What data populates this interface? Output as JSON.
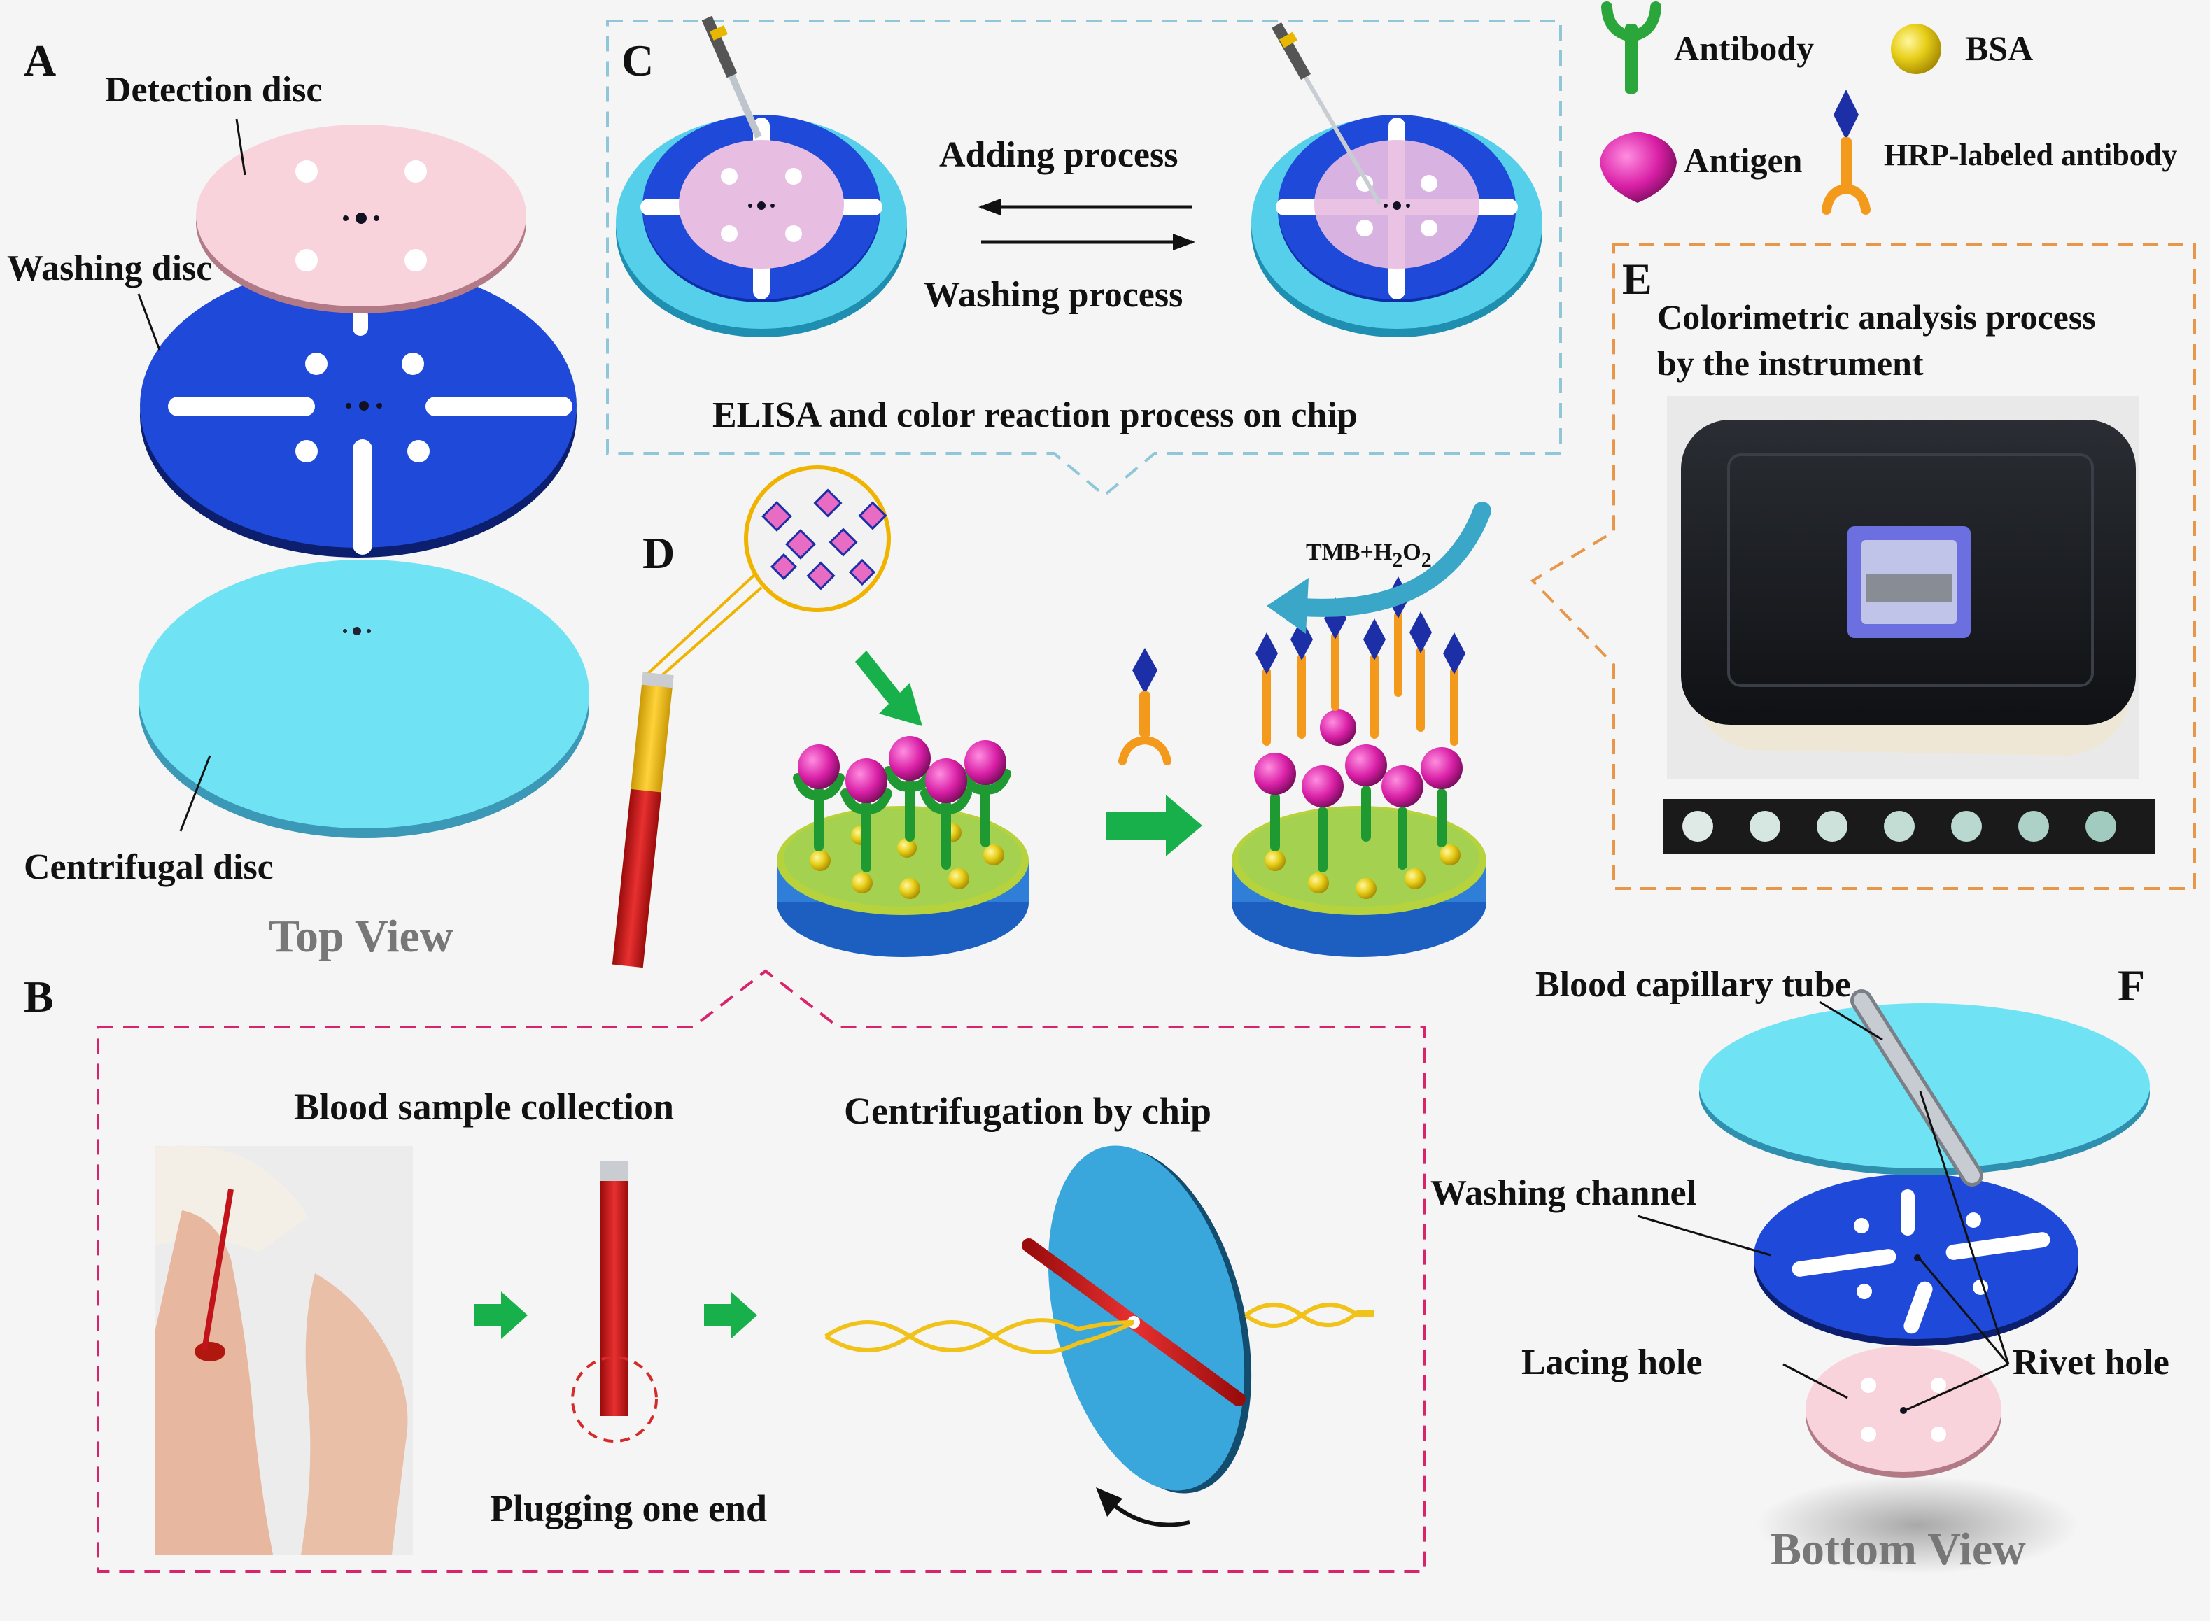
{
  "panels": {
    "a": {
      "letter": "A",
      "detection": "Detection disc",
      "washing": "Washing disc",
      "centrifugal": "Centrifugal disc",
      "view": "Top View"
    },
    "b": {
      "letter": "B",
      "collection": "Blood sample collection",
      "centrifugation": "Centrifugation by chip",
      "plugging": "Plugging one end"
    },
    "c": {
      "letter": "C",
      "adding": "Adding process",
      "washing": "Washing process",
      "caption": "ELISA and color reaction process on chip"
    },
    "d": {
      "letter": "D",
      "reagent_main": "TMB+H",
      "reagent_sub1": "2",
      "reagent_mid": "O",
      "reagent_sub2": "2"
    },
    "e": {
      "letter": "E",
      "line1": "Colorimetric analysis process",
      "line2": "by the instrument"
    },
    "f": {
      "letter": "F",
      "tube": "Blood capillary tube",
      "channel": "Washing channel",
      "lacing": "Lacing hole",
      "rivet": "Rivet hole",
      "view": "Bottom View"
    }
  },
  "legend": {
    "antibody": "Antibody",
    "bsa": "BSA",
    "antigen": "Antigen",
    "hrp": "HRP-labeled antibody"
  },
  "colors": {
    "detection_disc": "#f8d3dc",
    "washing_disc": "#1f49d8",
    "centrifugal_disc": "#6fe3f3",
    "blood": "#d41a1a",
    "antibody": "#2aa63a",
    "antigen": "#d91fa6",
    "hrp": "#f39a1d",
    "bsa": "#e8d21a",
    "arrow_green": "#18b04a",
    "frame_c": "#8fc6d8",
    "frame_b": "#d8246b",
    "frame_e": "#e8964a"
  }
}
